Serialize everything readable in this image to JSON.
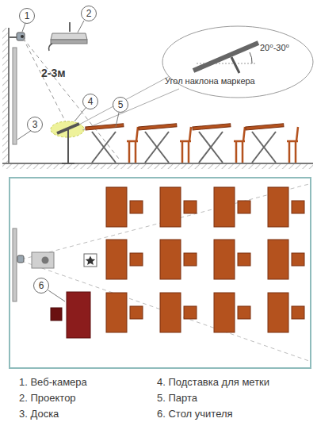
{
  "diagram": {
    "nodes": [
      {
        "text": [
          "1"
        ]
      },
      {
        "text": [
          "2"
        ]
      },
      {
        "text": [
          "20⁰-30⁰",
          "Угол наклона маркера"
        ]
      },
      {
        "text": [
          "4"
        ]
      },
      {
        "text": [
          "5"
        ]
      },
      {
        "text": [
          "3"
        ]
      },
      {
        "text": [
          "6"
        ]
      }
    ],
    "labels": [
      "2-3м",
      "1. Веб-камера",
      "2. Проектор",
      "3. Доска",
      "4. Подставка для метки",
      "5. Парта",
      "6. Стол учителя"
    ]
  }
}
